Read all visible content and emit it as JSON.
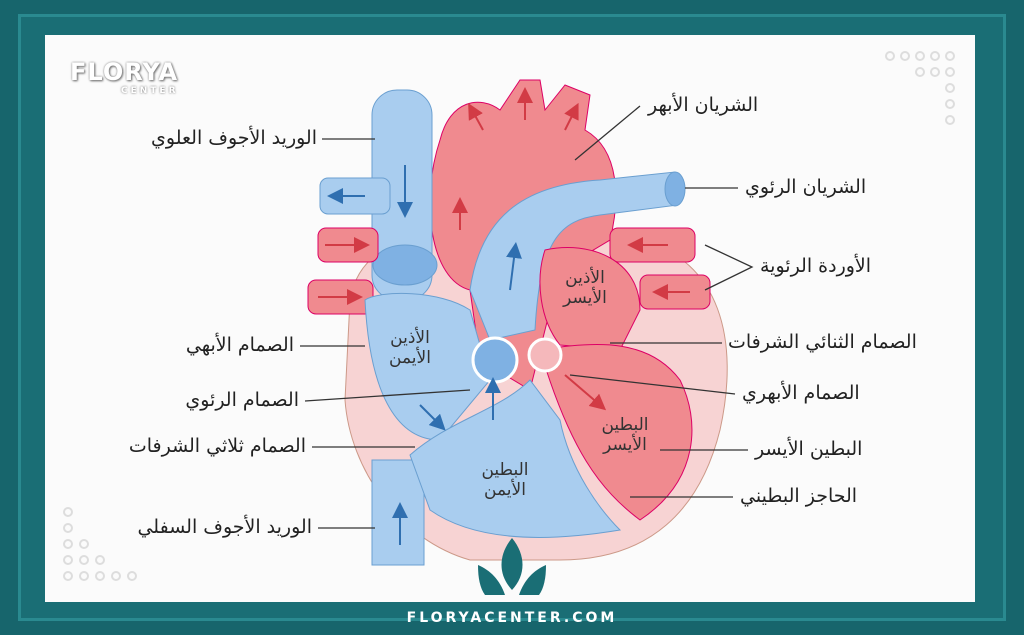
{
  "brand": {
    "logo_top": "FLORYA",
    "logo_bottom": "CENTER",
    "website": "FLORYACENTER.COM"
  },
  "colors": {
    "frame": "#17656c",
    "oxygenated": "#f08a8f",
    "deoxygenated": "#a9cdef",
    "septum": "#f7d3d3"
  },
  "labels_left": [
    {
      "text": "الوريد الأجوف العلوي"
    },
    {
      "text": "الصمام الأبهي"
    },
    {
      "text": "الصمام الرئوي"
    },
    {
      "text": "الصمام ثلاثي الشرفات"
    },
    {
      "text": "الوريد الأجوف السفلي"
    }
  ],
  "labels_right": [
    {
      "text": "الشريان الأبهر"
    },
    {
      "text": "الشريان الرئوي"
    },
    {
      "text": "الأوردة الرئوية"
    },
    {
      "text": "الصمام الثنائي الشرفات"
    },
    {
      "text": "الصمام الأبهري"
    },
    {
      "text": "البطين الأيسر"
    },
    {
      "text": "الحاجز البطيني"
    }
  ],
  "chambers": {
    "left_atrium": [
      "الأذين",
      "الأيسر"
    ],
    "right_atrium": [
      "الأذين",
      "الأيمن"
    ],
    "left_ventricle": [
      "البطين",
      "الأيسر"
    ],
    "right_ventricle": [
      "البطين",
      "الأيمن"
    ]
  }
}
